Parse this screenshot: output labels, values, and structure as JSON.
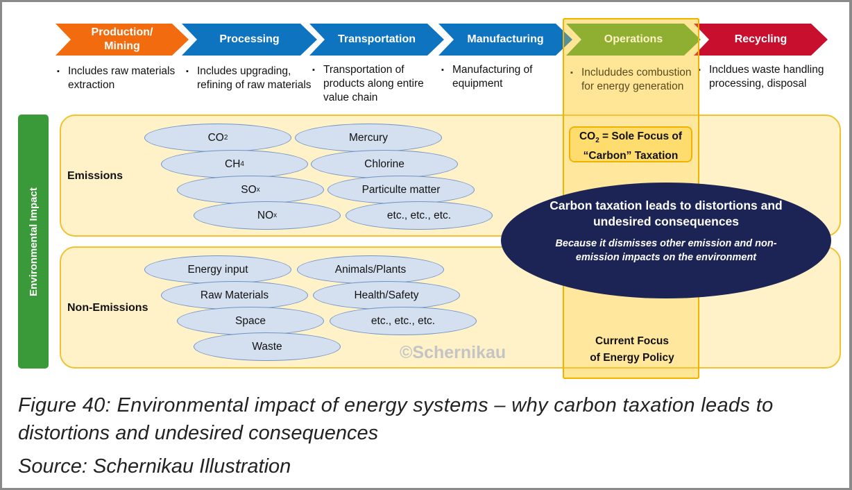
{
  "stages": [
    {
      "label": "Production/ Mining",
      "color": "#f26b0f",
      "bullet": "Includes raw materials extraction"
    },
    {
      "label": "Processing",
      "color": "#0e74c0",
      "bullet": "Includes upgrading, refining of raw materials"
    },
    {
      "label": "Transportation",
      "color": "#0e74c0",
      "bullet": "Transportation of products along entire value chain"
    },
    {
      "label": "Manufacturing",
      "color": "#0e74c0",
      "bullet": "Manufacturing of equipment"
    },
    {
      "label": "Operations",
      "color": "#5ea32e",
      "bullet": "Includudes combustion for energy generation"
    },
    {
      "label": "Recycling",
      "color": "#c8102e",
      "bullet": "Incldues waste handling processing, disposal"
    }
  ],
  "side_label": "Environmental Impact",
  "emissions": {
    "label": "Emissions",
    "items": [
      {
        "base": "CO",
        "sub": "2"
      },
      {
        "base": "CH",
        "sub": "4"
      },
      {
        "base": "SO",
        "sub": "x"
      },
      {
        "base": "NO",
        "sub": "x"
      },
      {
        "base": "Mercury",
        "sub": ""
      },
      {
        "base": "Chlorine",
        "sub": ""
      },
      {
        "base": "Particulte matter",
        "sub": ""
      },
      {
        "base": "etc., etc., etc.",
        "sub": ""
      }
    ]
  },
  "non_emissions": {
    "label": "Non-Emissions",
    "items": [
      "Energy input",
      "Raw Materials",
      "Space",
      "Waste",
      "Animals/Plants",
      "Health/Safety",
      "etc., etc., etc."
    ]
  },
  "co2_box": {
    "base": "CO",
    "sub": "2",
    "rest": " = Sole Focus of",
    "line2": "“Carbon” Taxation"
  },
  "callout": {
    "title": "Carbon taxation leads to distortions and undesired consequences",
    "body": "Because it dismisses other emission and non-emission impacts on the environment"
  },
  "current_focus": {
    "line1": "Current Focus",
    "line2": "of Energy Policy"
  },
  "watermark": "©Schernikau",
  "caption": {
    "line1": "Figure 40: Environmental impact of energy systems – why carbon taxation leads to",
    "line2": "distortions and undesired consequences",
    "source": "Source: Schernikau Illustration"
  }
}
